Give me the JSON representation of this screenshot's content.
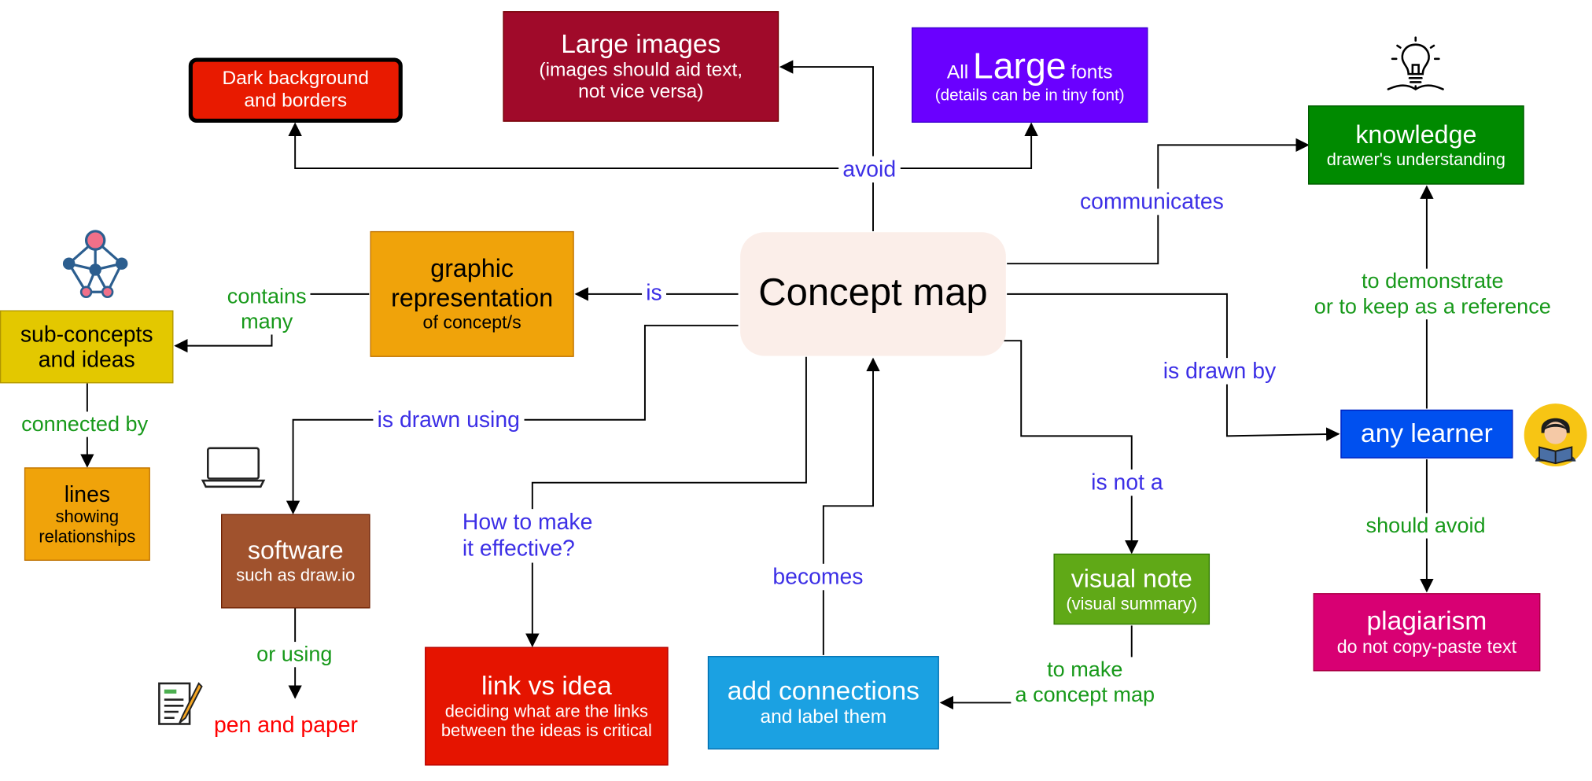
{
  "nodes": {
    "concept_map": "Concept map",
    "large_images": {
      "title": "Large images",
      "sub1": "(images should aid text,",
      "sub2": "not vice versa)"
    },
    "large_fonts": {
      "pre": "All",
      "big": "Large",
      "post": "fonts",
      "sub": "(details can be in tiny font)"
    },
    "dark_bg": {
      "line1": "Dark background",
      "line2": "and borders"
    },
    "knowledge": {
      "title": "knowledge",
      "sub": "drawer's understanding"
    },
    "graphic": {
      "line1": "graphic",
      "line2": "representation",
      "sub": "of concept/s"
    },
    "subconcepts": {
      "line1": "sub-concepts",
      "line2": "and ideas"
    },
    "lines": {
      "title": "lines",
      "sub1": "showing",
      "sub2": "relationships"
    },
    "software": {
      "title": "software",
      "sub": "such as draw.io"
    },
    "pen_paper": "pen and paper",
    "link_vs_idea": {
      "title": "link vs idea",
      "sub1": "deciding what are the links",
      "sub2": "between the ideas is critical"
    },
    "add_connections": {
      "title": "add connections",
      "sub": "and label them"
    },
    "visual_note": {
      "title": "visual note",
      "sub": "(visual summary)"
    },
    "any_learner": "any learner",
    "plagiarism": {
      "title": "plagiarism",
      "sub": "do not copy-paste text"
    }
  },
  "links": {
    "avoid": "avoid",
    "communicates": "communicates",
    "is": "is",
    "contains_1": "contains",
    "contains_2": "many",
    "connected_by": "connected by",
    "is_drawn_using": "is drawn using",
    "or_using": "or using",
    "how_1": "How to make",
    "how_2": "it effective?",
    "becomes": "becomes",
    "is_not_a": "is not a",
    "to_make_1": "to make",
    "to_make_2": "a concept map",
    "is_drawn_by": "is drawn by",
    "demonstrate_1": "to demonstrate",
    "demonstrate_2": "or to keep as a reference",
    "should_avoid": "should avoid"
  },
  "icons": [
    "lightbulb-book-icon",
    "network-icon",
    "laptop-icon",
    "notepad-pencil-icon",
    "learner-avatar-icon"
  ],
  "colors": {
    "link_blue": "#3c2fe6",
    "link_green": "#17991a",
    "concept_map_bg": "#fbeee9",
    "large_images": "#a00a2a",
    "large_fonts": "#6a00ff",
    "dark_bg": "#e81a00",
    "knowledge": "#008a00",
    "graphic": "#f0a30a",
    "subconcepts": "#e3c800",
    "lines": "#f0a30a",
    "software": "#a0522d",
    "pen_paper": "#ff0000",
    "link_vs_idea": "#e51400",
    "add_connections": "#1ba1e2",
    "visual_note": "#60a917",
    "any_learner": "#0050ef",
    "plagiarism": "#d80073"
  }
}
